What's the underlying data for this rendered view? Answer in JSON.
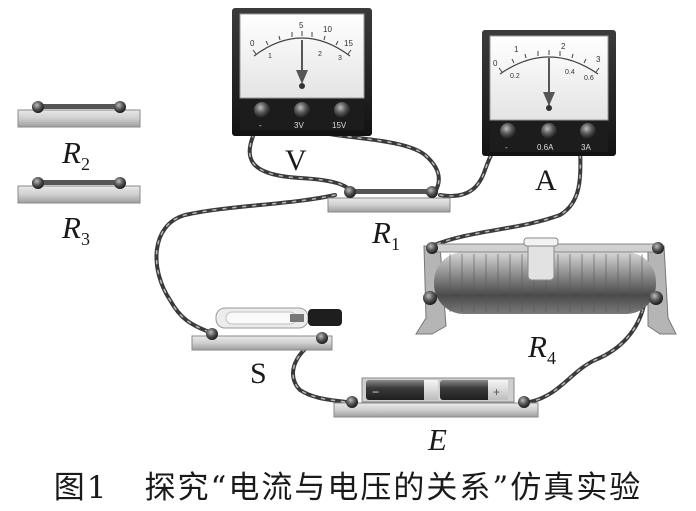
{
  "labels": {
    "voltmeter": "V",
    "ammeter": "A",
    "switch": "S",
    "battery": "E",
    "r1": {
      "main": "R",
      "sub": "1"
    },
    "r2": {
      "main": "R",
      "sub": "2"
    },
    "r3": {
      "main": "R",
      "sub": "3"
    },
    "r4": {
      "main": "R",
      "sub": "4"
    }
  },
  "voltmeter": {
    "scale_top": [
      "0",
      "5",
      "10",
      "15"
    ],
    "scale_bottom": [
      "1",
      "2",
      "3"
    ],
    "terminals": [
      "-",
      "3V",
      "15V"
    ]
  },
  "ammeter": {
    "scale_top": [
      "1",
      "2",
      "3"
    ],
    "scale_bottom": [
      "0.2",
      "0.4",
      "0.6"
    ],
    "zero": "0",
    "terminals": [
      "-",
      "0.6A",
      "3A"
    ]
  },
  "battery": {
    "minus": "−",
    "plus": "+"
  },
  "caption": {
    "figure": "图1",
    "text": "探究“电流与电压的关系”仿真实验"
  },
  "colors": {
    "background": "#ffffff",
    "meter_body": "#2a2a2a",
    "meter_face": "#f7f7f7",
    "wire": "#3a3a3a",
    "board": "#c7c7c7"
  }
}
